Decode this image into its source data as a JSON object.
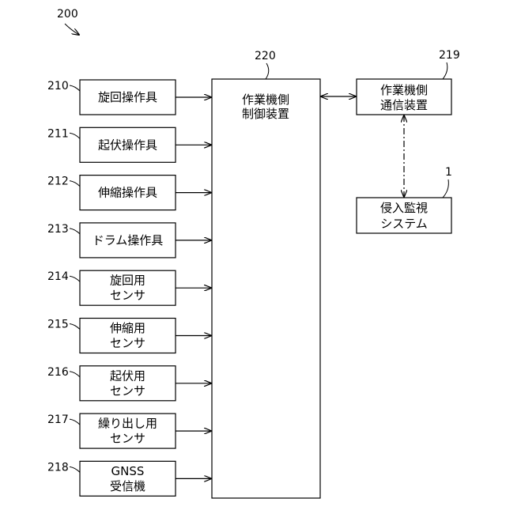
{
  "figure": {
    "figure_ref": "200",
    "controller": {
      "ref": "220",
      "lines": [
        "作業機側",
        "制御装置"
      ]
    },
    "comm_device": {
      "ref": "219",
      "lines": [
        "作業機側",
        "通信装置"
      ]
    },
    "intrusion_system": {
      "ref": "1",
      "lines": [
        "侵入監視",
        "システム"
      ]
    },
    "inputs": [
      {
        "ref": "210",
        "lines": [
          "旋回操作具"
        ]
      },
      {
        "ref": "211",
        "lines": [
          "起伏操作具"
        ]
      },
      {
        "ref": "212",
        "lines": [
          "伸縮操作具"
        ]
      },
      {
        "ref": "213",
        "lines": [
          "ドラム操作具"
        ]
      },
      {
        "ref": "214",
        "lines": [
          "旋回用",
          "センサ"
        ]
      },
      {
        "ref": "215",
        "lines": [
          "伸縮用",
          "センサ"
        ]
      },
      {
        "ref": "216",
        "lines": [
          "起伏用",
          "センサ"
        ]
      },
      {
        "ref": "217",
        "lines": [
          "繰り出し用",
          "センサ"
        ]
      },
      {
        "ref": "218",
        "lines": [
          "GNSS",
          "受信機"
        ]
      }
    ]
  }
}
